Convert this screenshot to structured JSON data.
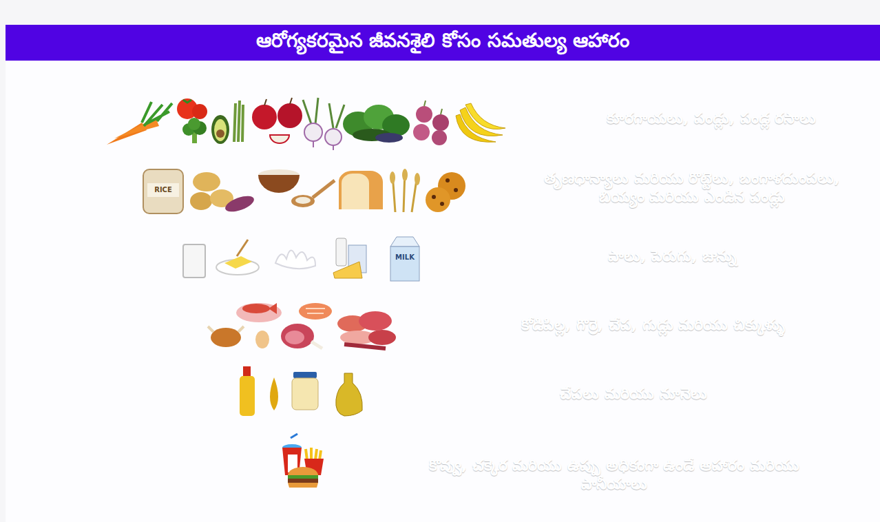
{
  "diagram": {
    "title": "ఆరోగ్యకరమైన జీవనశైలి కోసం సమతుల్య ఆహారం",
    "nodes": [
      {
        "text": [
          "కూరగాయలు, పండ్లు, పండ్ల రసాలు"
        ]
      },
      {
        "text": [
          "తృణధాన్యాలు మరియు రొట్టెలు, బంగాళదుంపలు, బియ్యం మరియు ఎండిన పండ్లు"
        ]
      },
      {
        "text": [
          "పాలు, పెరుగు, జున్ను"
        ]
      },
      {
        "text": [
          "కోడిపిల్ల, గొర్రె, చేప, గుడ్లు మరియు చిక్కుళ్ళు"
        ]
      },
      {
        "text": [
          "చేపలు మరియు నూనెలు"
        ]
      },
      {
        "text": [
          "కొవ్వు, చక్కెర మరియు ఉప్పు అధికంగా ఉండే ఆహారం మరియు పానీయాలు"
        ]
      }
    ],
    "labels": [
      "RICE",
      "MILK"
    ]
  }
}
